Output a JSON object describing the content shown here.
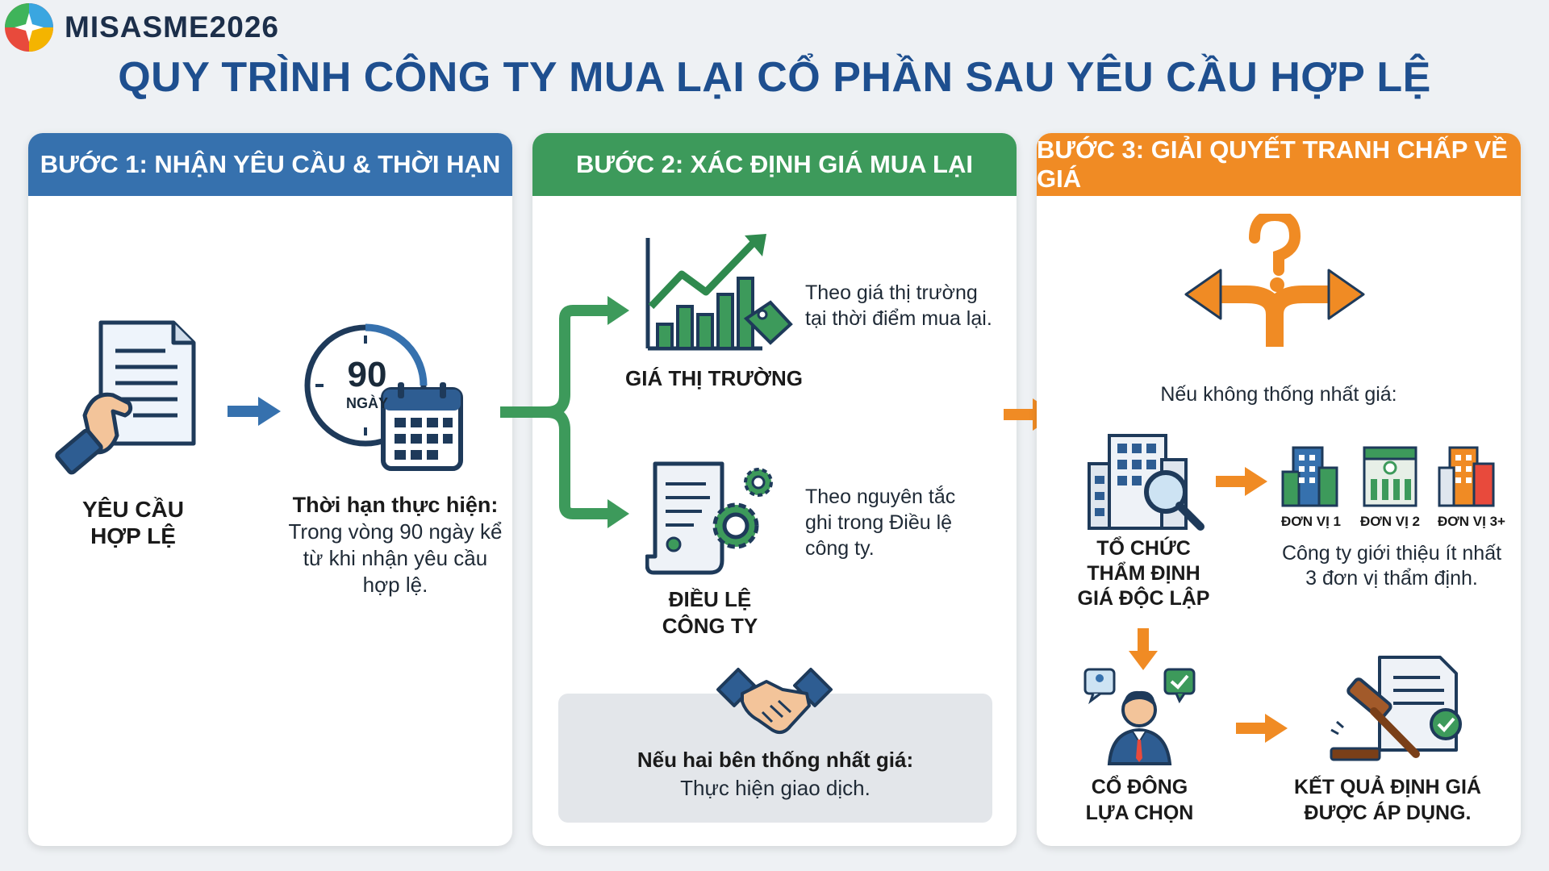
{
  "brand": {
    "name": "MISASME2026"
  },
  "title": "QUY TRÌNH CÔNG TY MUA LẠI CỔ PHẦN SAU YÊU CẦU HỢP LỆ",
  "colors": {
    "step1": "#3671ae",
    "step2": "#3d9a5b",
    "step3": "#f08b24",
    "title": "#1e4f8f"
  },
  "step1": {
    "header": "BƯỚC 1: NHẬN YÊU CẦU & THỜI HẠN",
    "request_label_1": "YÊU CẦU",
    "request_label_2": "HỢP LỆ",
    "clock_number": "90",
    "clock_unit": "NGÀY",
    "deadline_title": "Thời hạn thực hiện:",
    "deadline_text": "Trong vòng 90 ngày kể từ khi nhận yêu cầu hợp lệ."
  },
  "step2": {
    "header": "BƯỚC 2: XÁC ĐỊNH GIÁ MUA LẠI",
    "market_label": "GIÁ THỊ TRƯỜNG",
    "market_desc_1": "Theo giá thị trường",
    "market_desc_2": "tại thời điểm mua lại.",
    "charter_label_1": "ĐIỀU LỆ",
    "charter_label_2": "CÔNG TY",
    "charter_desc_1": "Theo nguyên tắc",
    "charter_desc_2": "ghi trong Điều lệ",
    "charter_desc_3": "công ty.",
    "agree_title": "Nếu hai bên thống nhất giá:",
    "agree_text": "Thực hiện giao dịch."
  },
  "step3": {
    "header": "BƯỚC 3: GIẢI QUYẾT TRANH CHẤP VỀ GIÁ",
    "disagree_text": "Nếu không thống nhất giá:",
    "org_label_1": "TỔ CHỨC",
    "org_label_2": "THẨM ĐỊNH",
    "org_label_3": "GIÁ ĐỘC LẬP",
    "unit1": "ĐƠN VỊ 1",
    "unit2": "ĐƠN VỊ 2",
    "unit3": "ĐƠN VỊ 3+",
    "units_desc_1": "Công ty giới thiệu ít nhất",
    "units_desc_2": "3 đơn vị thẩm định.",
    "shareholder_label_1": "CỔ ĐÔNG",
    "shareholder_label_2": "LỰA CHỌN",
    "result_label_1": "KẾT QUẢ ĐỊNH GIÁ",
    "result_label_2": "ĐƯỢC ÁP DỤNG."
  }
}
